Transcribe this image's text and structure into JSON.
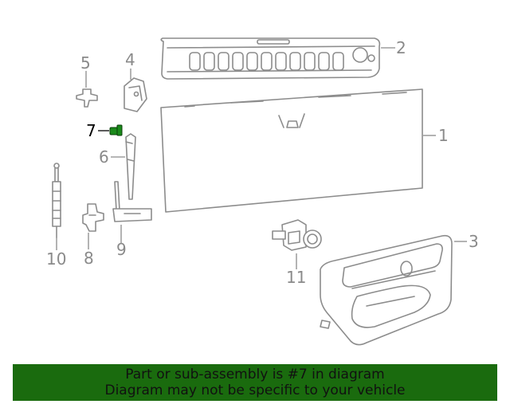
{
  "callouts": {
    "c1": "1",
    "c2": "2",
    "c3": "3",
    "c4": "4",
    "c5": "5",
    "c6": "6",
    "c7": "7",
    "c8": "8",
    "c9": "9",
    "c10": "10",
    "c11": "11"
  },
  "highlight_part": "7",
  "colors": {
    "highlight": "#1a8a1a",
    "parts": "#8c8c8c",
    "banner": "#1a6b0e"
  },
  "banner": {
    "line1": "Part or sub-assembly is #7 in diagram",
    "line2": "Diagram may not be specific to your vehicle"
  }
}
